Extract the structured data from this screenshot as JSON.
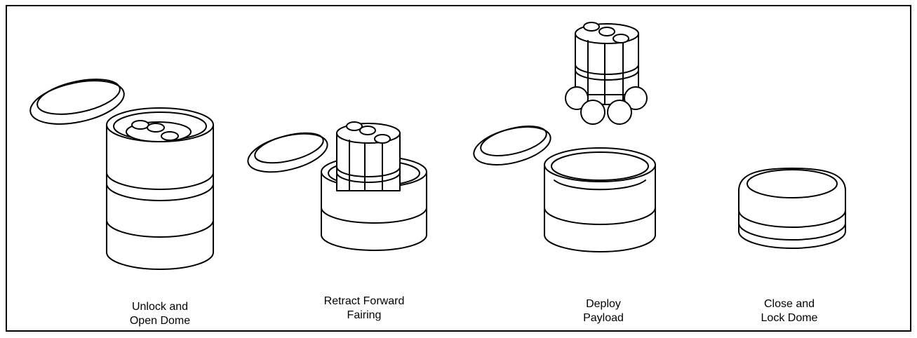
{
  "steps": [
    {
      "label_line1": "Unlock  and",
      "label_line2": "Open Dome"
    },
    {
      "label_line1": "Retract Forward",
      "label_line2": "Fairing"
    },
    {
      "label_line1": "Deploy",
      "label_line2": "Payload"
    },
    {
      "label_line1": "Close and",
      "label_line2": "Lock Dome"
    }
  ]
}
